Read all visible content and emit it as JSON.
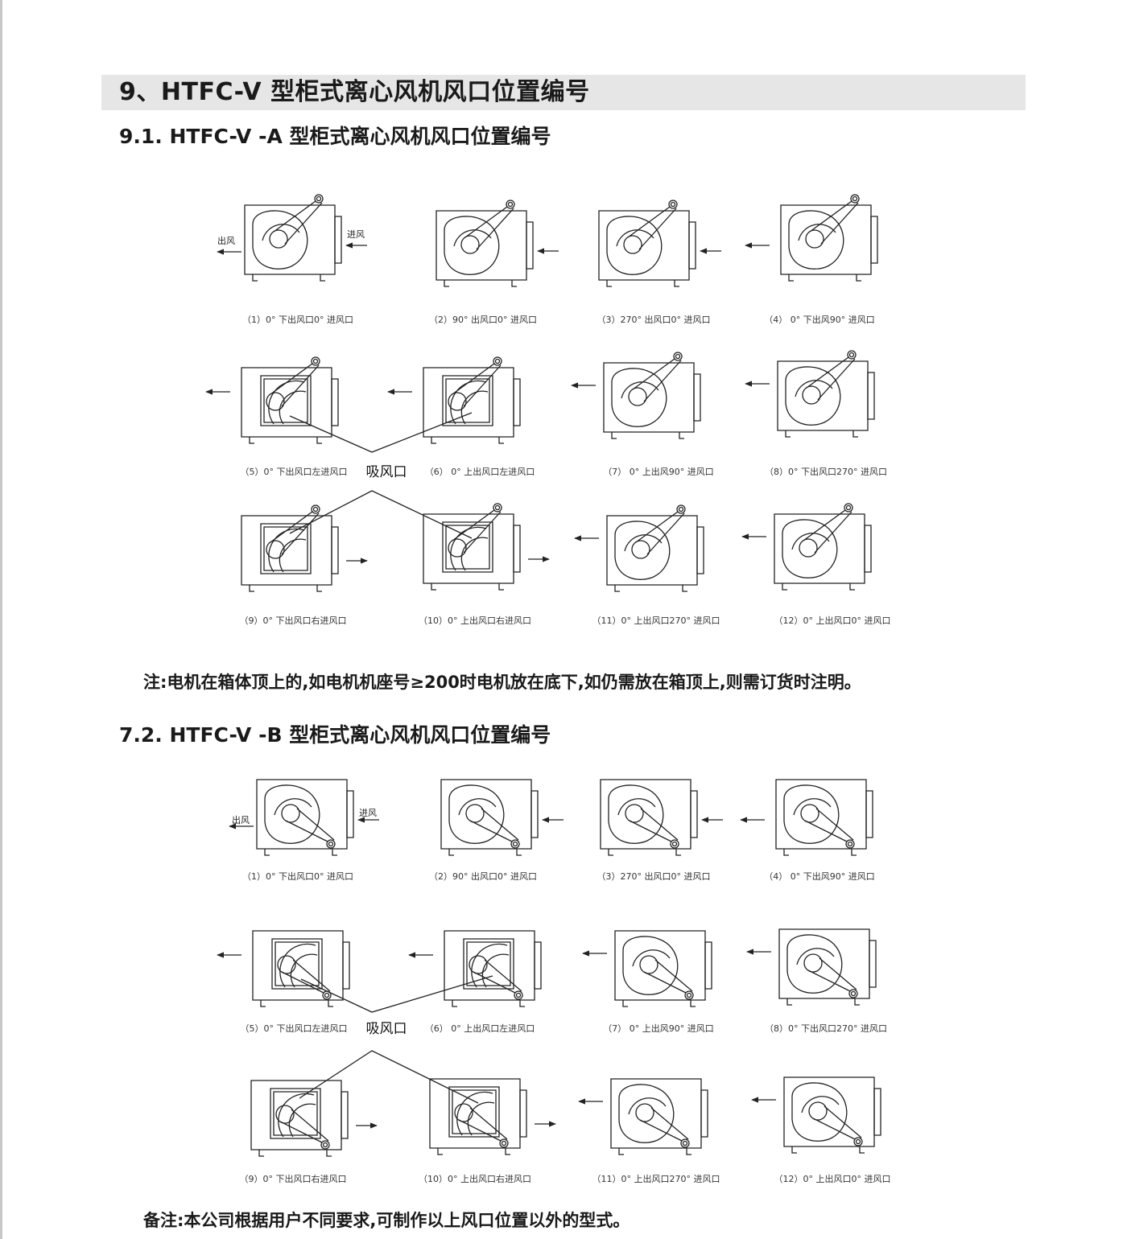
{
  "heading": "9、HTFC-V 型柜式离心风机风口位置编号",
  "section_a": {
    "title": "9.1. HTFC-V -A 型柜式离心风机风口位置编号",
    "outlet_tag": "出风",
    "inlet_tag": "进风",
    "suction_label": "吸风口",
    "captions": [
      "（1）0° 下出风口0° 进风口",
      "（2）90° 出风口0° 进风口",
      "（3）270° 出风口0° 进风口",
      "（4） 0° 下出风90° 进风口",
      "（5）0° 下出风口左进风口",
      "（6） 0° 上出风口左进风口",
      "（7） 0° 上出风90° 进风口",
      "（8）0° 下出风口270° 进风口",
      "（9）0° 下出风口右进风口",
      "（10）0° 上出风口右进风口",
      "（11）0° 上出风口270° 进风口",
      "（12）0° 上出风口0° 进风口"
    ],
    "note": "注:电机在箱体顶上的,如电机机座号≥200时电机放在底下,如仍需放在箱顶上,则需订货时注明。"
  },
  "section_b": {
    "title": "7.2. HTFC-V -B 型柜式离心风机风口位置编号",
    "outlet_tag": "出风",
    "inlet_tag": "进风",
    "suction_label": "吸风口",
    "captions": [
      "（1）0° 下出风口0° 进风口",
      "（2）90° 出风口0° 进风口",
      "（3）270° 出风口0° 进风口",
      "（4） 0° 下出风90° 进风口",
      "（5）0° 下出风口左进风口",
      "（6） 0° 上出风口左进风口",
      "（7） 0° 上出风90° 进风口",
      "（8）0° 下出风口270° 进风口",
      "（9）0° 下出风口右进风口",
      "（10）0° 上出风口右进风口",
      "（11）0° 上出风口270° 进风口",
      "（12）0° 上出风口0° 进风口"
    ],
    "note": "备注:本公司根据用户不同要求,可制作以上风口位置以外的型式。"
  }
}
